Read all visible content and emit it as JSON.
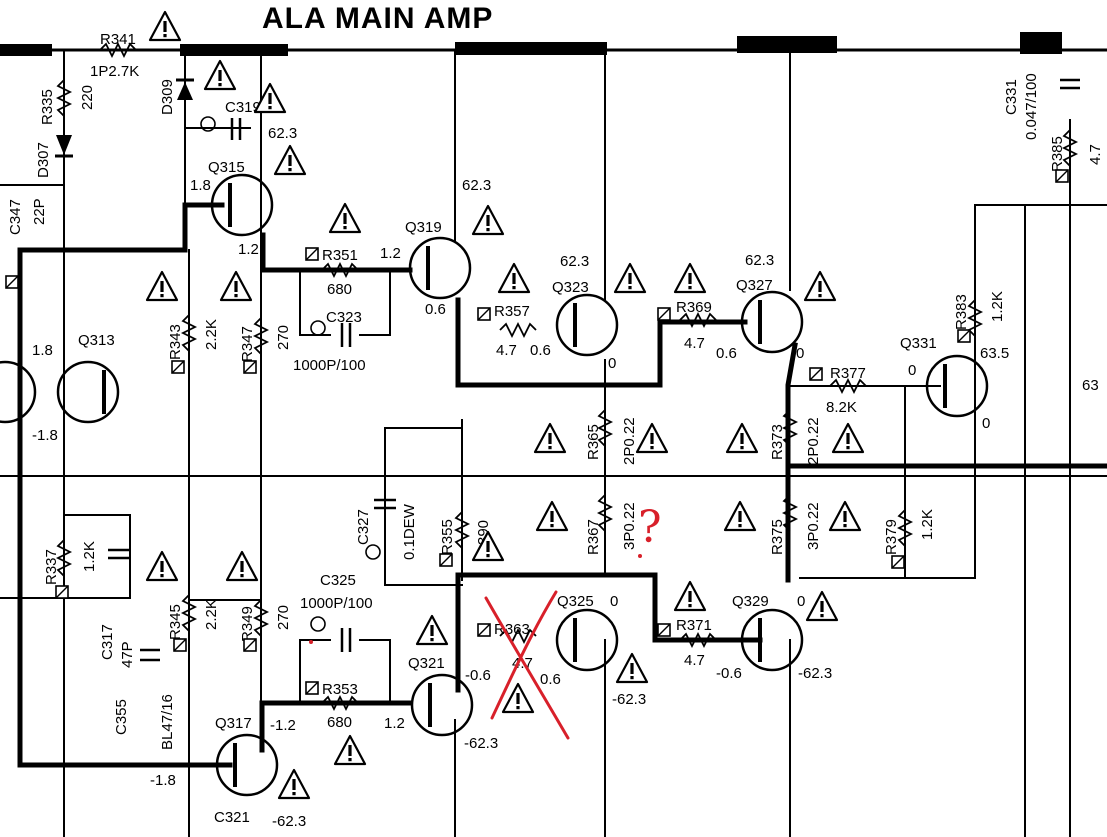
{
  "title": "ALA MAIN AMP",
  "transistors": {
    "Q313": "Q313",
    "Q315": "Q315",
    "Q317": "Q317",
    "Q319": "Q319",
    "Q321": "Q321",
    "Q323": "Q323",
    "Q325": "Q325",
    "Q327": "Q327",
    "Q329": "Q329",
    "Q331": "Q331"
  },
  "resistors": {
    "R335": {
      "ref": "R335",
      "value": "220"
    },
    "R337": {
      "ref": "R337",
      "value": "1.2K"
    },
    "R341": {
      "ref": "R341",
      "value": "1P2.7K"
    },
    "R343": {
      "ref": "R343",
      "value": "2.2K"
    },
    "R345": {
      "ref": "R345",
      "value": "2.2K"
    },
    "R347": {
      "ref": "R347",
      "value": "270"
    },
    "R349": {
      "ref": "R349",
      "value": "270"
    },
    "R351": {
      "ref": "R351",
      "value": "680"
    },
    "R353": {
      "ref": "R353",
      "value": "680"
    },
    "R355": {
      "ref": "R355",
      "value": "390"
    },
    "R357": {
      "ref": "R357",
      "value": "4.7"
    },
    "R363": {
      "ref": "R363",
      "value": "4.7"
    },
    "R365": {
      "ref": "R365",
      "value": "2P0.22"
    },
    "R367": {
      "ref": "R367",
      "value": "3P0.22"
    },
    "R369": {
      "ref": "R369",
      "value": "4.7"
    },
    "R371": {
      "ref": "R371",
      "value": "4.7"
    },
    "R373": {
      "ref": "R373",
      "value": "2P0.22"
    },
    "R375": {
      "ref": "R375",
      "value": "3P0.22"
    },
    "R377": {
      "ref": "R377",
      "value": "8.2K"
    },
    "R379": {
      "ref": "R379",
      "value": "1.2K"
    },
    "R383": {
      "ref": "R383",
      "value": "1.2K"
    },
    "R385": {
      "ref": "R385",
      "value": "4.7"
    }
  },
  "capacitors": {
    "C317": {
      "ref": "C317",
      "value": "47P"
    },
    "C319": {
      "ref": "C319"
    },
    "C321": {
      "ref": "C321"
    },
    "C323": {
      "ref": "C323",
      "value": "1000P/100"
    },
    "C325": {
      "ref": "C325",
      "value": "1000P/100"
    },
    "C327": {
      "ref": "C327",
      "value": "0.1DEW"
    },
    "C331": {
      "ref": "C331",
      "value": "0.047/100"
    },
    "C347": {
      "ref": "C347",
      "value": "22P"
    },
    "C355": {
      "ref": "C355",
      "value": "BL47/16"
    }
  },
  "diodes": {
    "D307": "D307",
    "D309": "D309"
  },
  "voltages": {
    "q315_b": "1.8",
    "q315_e": "1.2",
    "c319_v": "62.3",
    "q313_b": "1.8",
    "q313_e": "-1.8",
    "q319_c": "62.3",
    "q319_b": "1.2",
    "q319_e": "0.6",
    "q323_c": "62.3",
    "q323_b": "0.6",
    "q323_e": "0",
    "q327_c": "62.3",
    "q327_b": "0.6",
    "q327_e": "0",
    "q331_b": "0",
    "q331_c": "63.5",
    "q331_e": "0",
    "edge_v": "63",
    "q317_b": "-1.2",
    "q317_e": "-1.8",
    "q317_c": "-62.3",
    "q321_b": "1.2",
    "q321_e": "-0.6",
    "q321_c": "-62.3",
    "q325_b": "0.6",
    "q325_e": "0",
    "q325_c": "-62.3",
    "q329_b": "-0.6",
    "q329_e": "0",
    "q329_c": "-62.3"
  },
  "annotations": {
    "question_mark": "?"
  },
  "colors": {
    "ink": "#000000",
    "markup_red": "#d8202a"
  }
}
